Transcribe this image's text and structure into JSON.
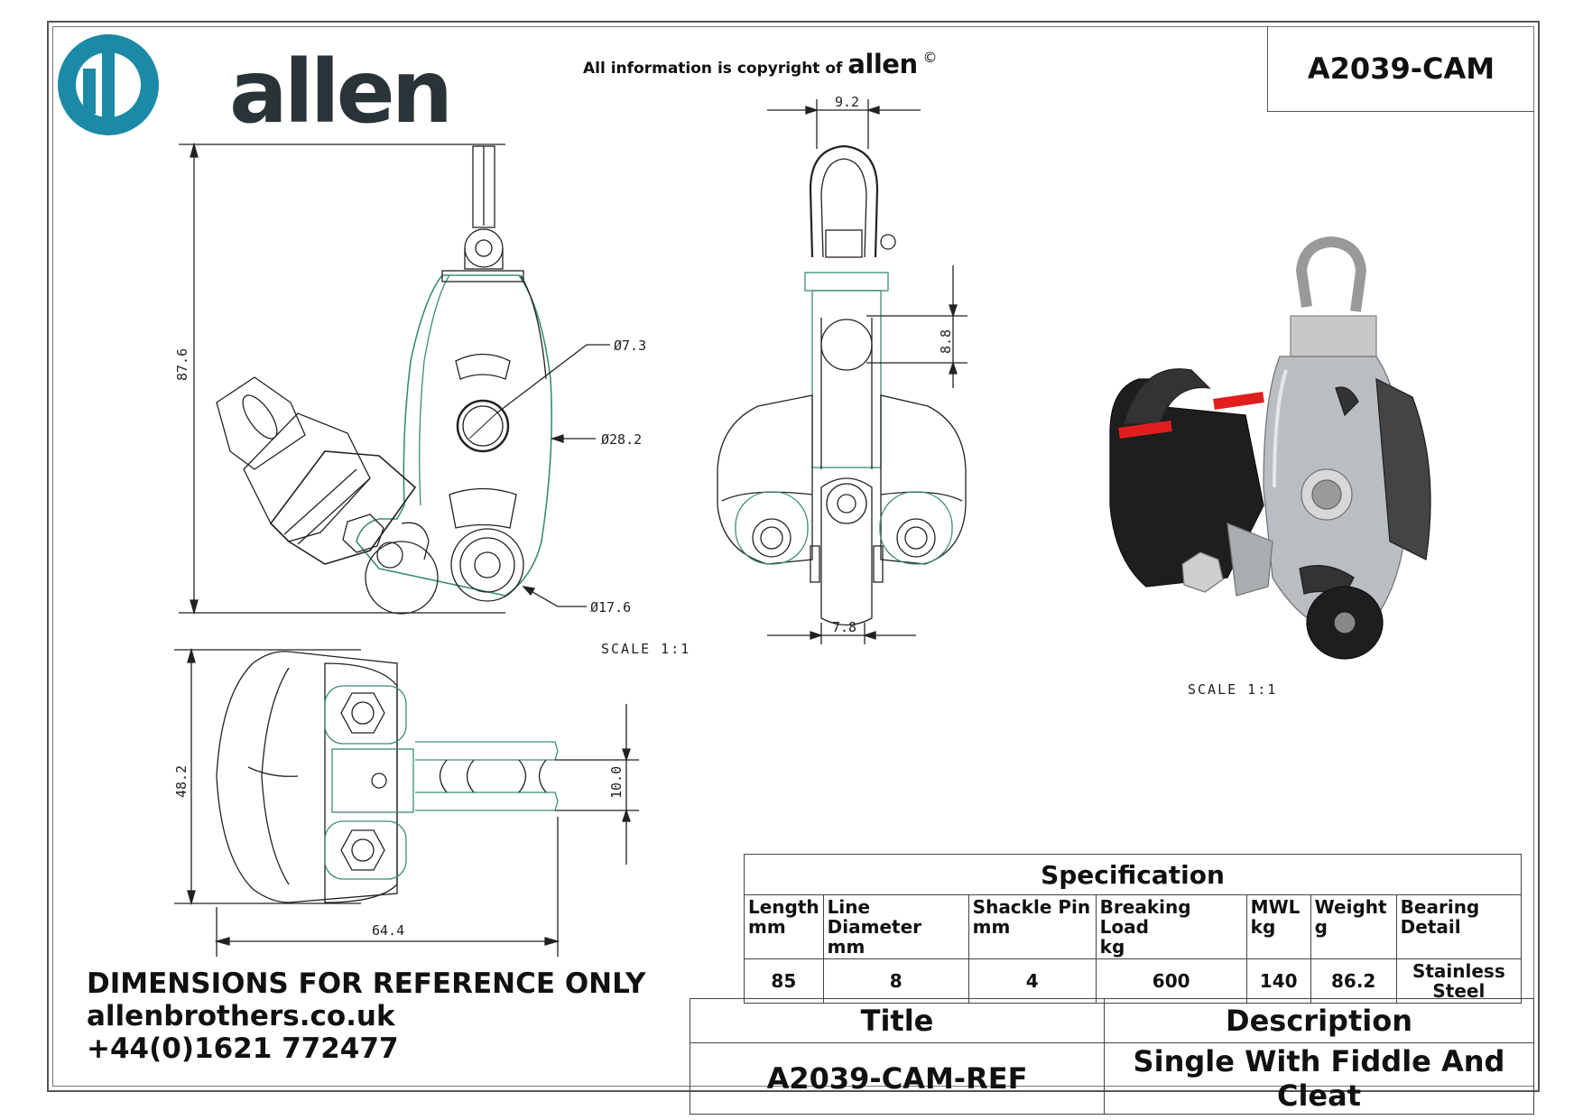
{
  "header": {
    "logo_text": "allen",
    "copyright_prefix": "All information is copyright of",
    "copyright_brand": "allen",
    "copyright_symbol": "©",
    "part_number": "A2039-CAM"
  },
  "views": {
    "front": {
      "dimensions": {
        "height": "87.6",
        "bore": "Ø7.3",
        "sheave_outer": "Ø28.2",
        "fiddle_sheave": "Ø17.6"
      },
      "scale": "SCALE 1:1"
    },
    "side": {
      "dimensions": {
        "shackle_width": "9.2",
        "pin_gap": "8.8",
        "sheave_width": "7.8"
      }
    },
    "top": {
      "dimensions": {
        "height": "48.2",
        "width": "64.4",
        "line_gap": "10.0"
      }
    },
    "iso": {
      "scale": "SCALE 1:1"
    }
  },
  "contact": {
    "disclaimer": "DIMENSIONS FOR REFERENCE ONLY",
    "website": "allenbrothers.co.uk",
    "phone": "+44(0)1621 772477"
  },
  "specification": {
    "title": "Specification",
    "headers": [
      {
        "name": "Length",
        "unit": "mm"
      },
      {
        "name": "Line Diameter",
        "unit": "mm"
      },
      {
        "name": "Shackle Pin",
        "unit": "mm"
      },
      {
        "name": "Breaking Load",
        "unit": "kg"
      },
      {
        "name": "MWL",
        "unit": "kg"
      },
      {
        "name": "Weight",
        "unit": "g"
      },
      {
        "name": "Bearing",
        "unit": "Detail"
      }
    ],
    "values": [
      "85",
      "8",
      "4",
      "600",
      "140",
      "86.2",
      "Stainless Steel"
    ]
  },
  "title_block": {
    "title_label": "Title",
    "title_value": "A2039-CAM-REF",
    "description_label": "Description",
    "description_value": "Single With Fiddle And Cleat"
  },
  "colors": {
    "brand_teal": "#1b8aa6",
    "logo_dark": "#2a3438",
    "outline_green": "#3a8f6a",
    "accent_red": "#e11d1d"
  }
}
